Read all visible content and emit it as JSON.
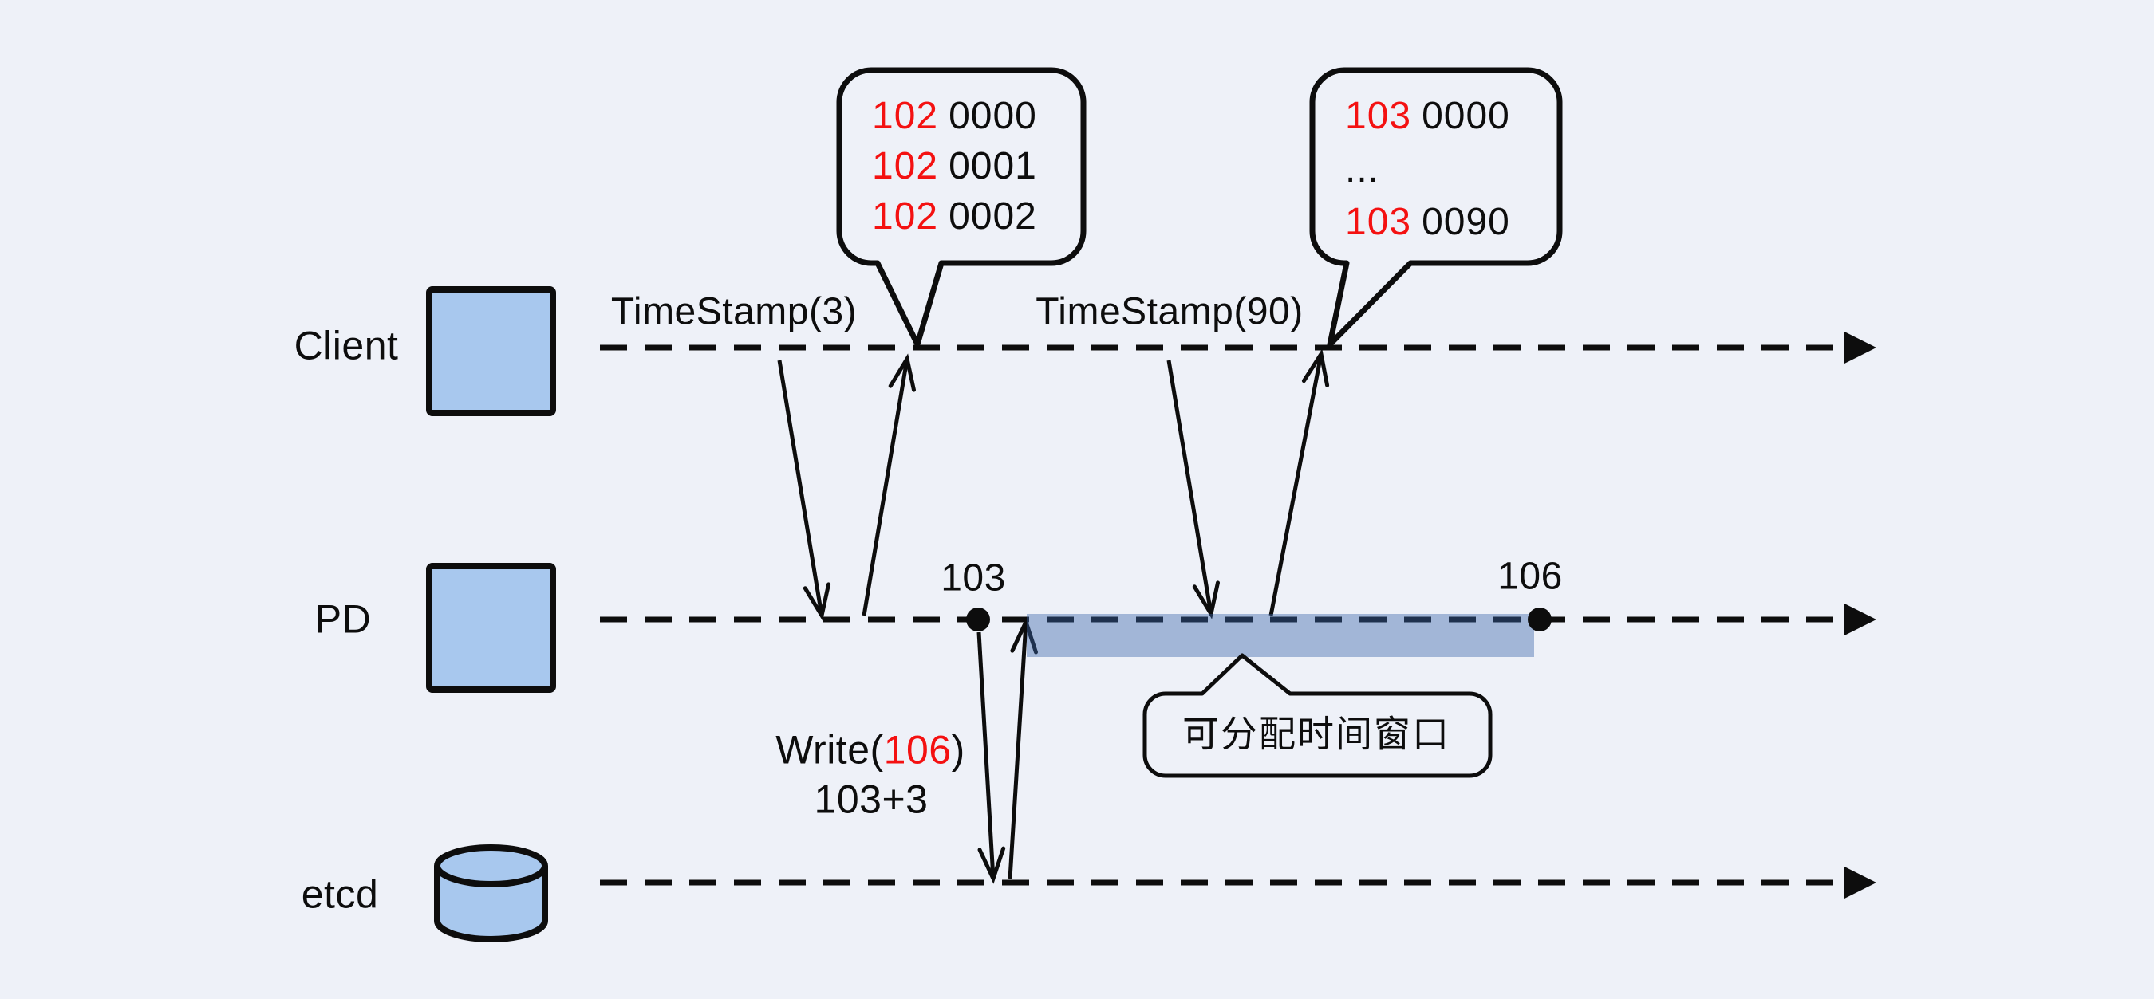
{
  "colors": {
    "background": "#eef1f8",
    "ink": "#0d0d0d",
    "red": "#f41111",
    "shape_fill": "#a8c8ee",
    "band_fill": "rgba(58,100,170,0.42)"
  },
  "lanes": {
    "client": {
      "label": "Client"
    },
    "pd": {
      "label": "PD"
    },
    "etcd": {
      "label": "etcd"
    }
  },
  "annotations": {
    "timestamp3": "TimeStamp(3)",
    "timestamp90": "TimeStamp(90)"
  },
  "bubble1": {
    "lines": [
      {
        "hi": "102",
        "rest": "0000"
      },
      {
        "hi": "102",
        "rest": "0001"
      },
      {
        "hi": "102",
        "rest": "0002"
      }
    ]
  },
  "bubble2": {
    "lines": [
      {
        "hi": "103",
        "rest": "0000"
      },
      {
        "hi": "",
        "rest": "..."
      },
      {
        "hi": "103",
        "rest": "0090"
      }
    ]
  },
  "pd_points": [
    {
      "label": "103"
    },
    {
      "label": "106"
    }
  ],
  "write": {
    "prefix": "Write(",
    "value": "106",
    "suffix": ")",
    "sub": "103+3"
  },
  "callout": {
    "text": "可分配时间窗口"
  }
}
